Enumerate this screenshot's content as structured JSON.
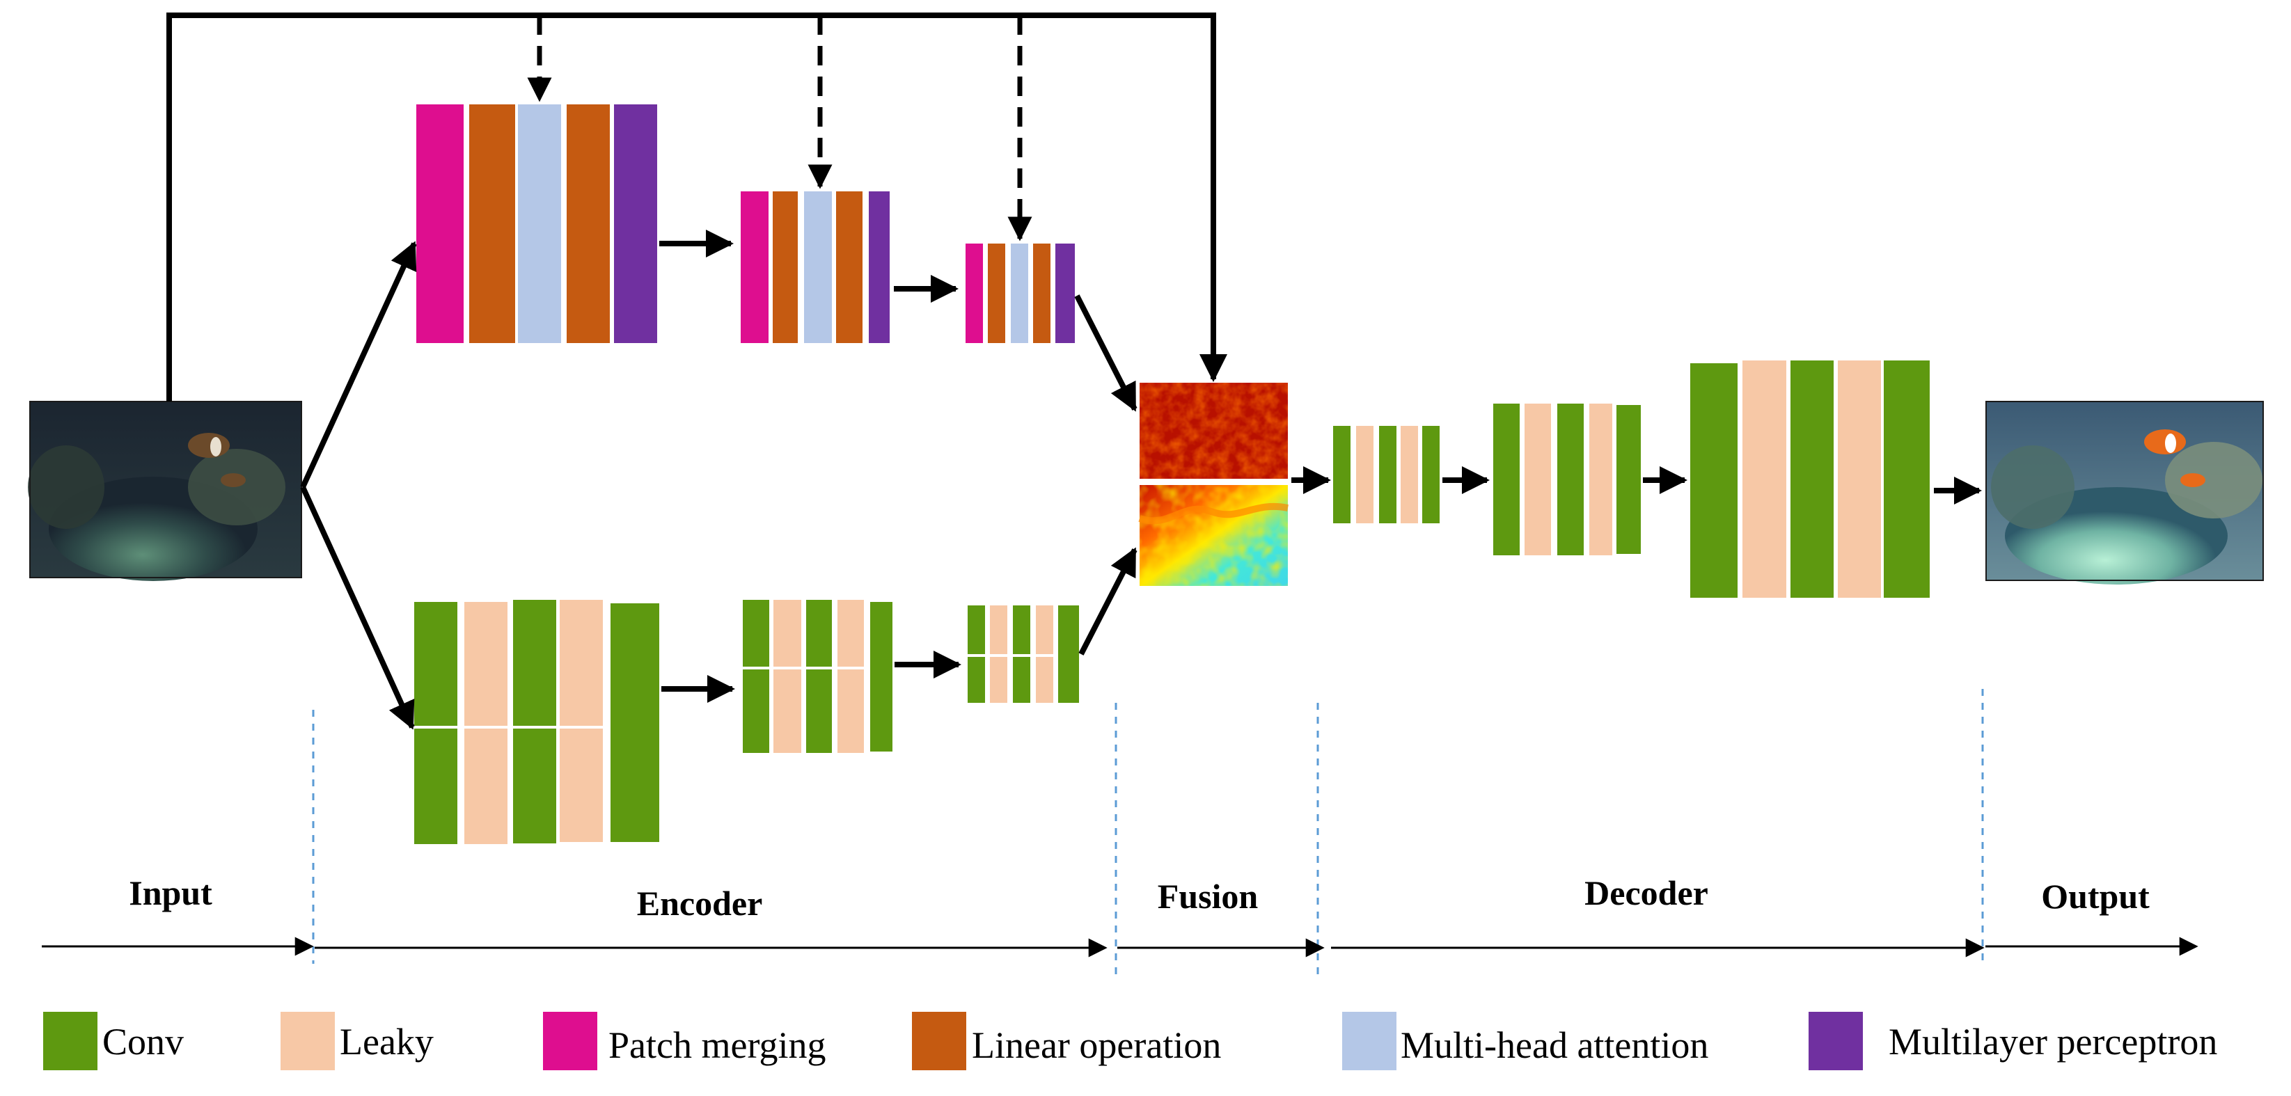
{
  "stages": {
    "input": "Input",
    "encoder": "Encoder",
    "fusion": "Fusion",
    "decoder": "Decoder",
    "output": "Output"
  },
  "legend": [
    {
      "key": "conv",
      "label": "Conv",
      "color": "#5e9910"
    },
    {
      "key": "leaky",
      "label": "Leaky",
      "color": "#f7c8a6"
    },
    {
      "key": "patch",
      "label": "Patch merging",
      "color": "#de0e8f"
    },
    {
      "key": "linear",
      "label": "Linear operation",
      "color": "#c55a11"
    },
    {
      "key": "mha",
      "label": "Multi-head attention",
      "color": "#b4c7e7"
    },
    {
      "key": "mlp",
      "label": "Multilayer perceptron",
      "color": "#7030a0"
    }
  ],
  "colors": {
    "conv": "#5e9910",
    "leaky": "#f7c8a6",
    "patch": "#de0e8f",
    "linear": "#c55a11",
    "mha": "#b4c7e7",
    "mlp": "#7030a0",
    "divider": "#5b9bd5"
  },
  "images": {
    "input": "underwater-input-image",
    "fusion_top": "fusion-heatmap-red",
    "fusion_bottom": "fusion-heatmap-jet",
    "output": "underwater-enhanced-output-image"
  }
}
